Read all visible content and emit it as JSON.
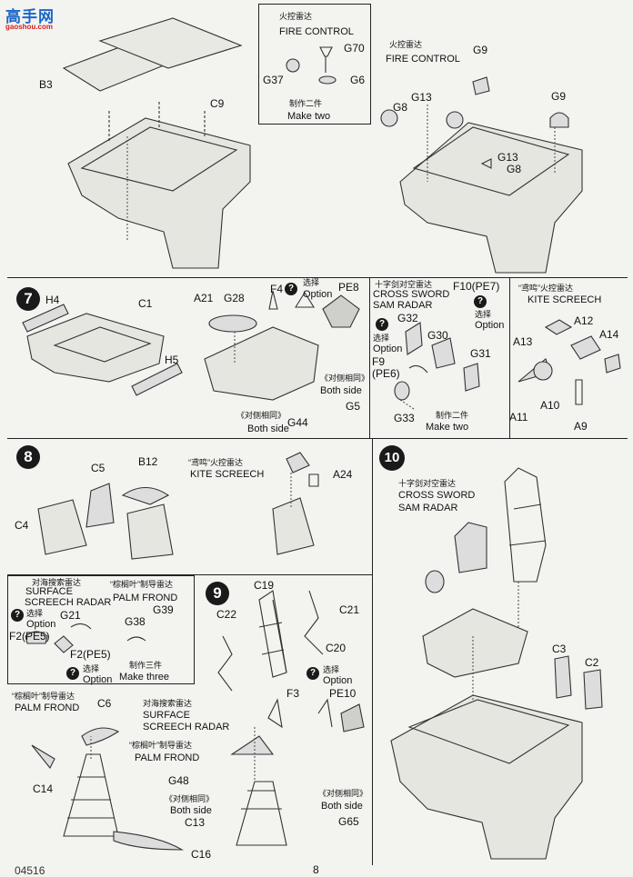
{
  "watermark": {
    "main": "高手网",
    "sub": "gaoshou.com"
  },
  "page_number": "8",
  "model_code": "04516",
  "top_panel": {
    "fire_control": {
      "cn": "火控雷达",
      "en": "FIRE CONTROL"
    },
    "parts_box": {
      "g70": "G70",
      "g37": "G37",
      "g6": "G6",
      "make_cn": "制作二件",
      "make_en": "Make two"
    },
    "left_labels": {
      "b3": "B3",
      "c9": "C9"
    },
    "right_labels": {
      "fc_cn": "火控雷达",
      "fc_en": "FIRE CONTROL",
      "g9a": "G9",
      "g13a": "G13",
      "g8a": "G8",
      "g9b": "G9",
      "g13b": "G13",
      "g8b": "G8"
    }
  },
  "step7": {
    "number": "7",
    "labels": {
      "h4": "H4",
      "c1": "C1",
      "h5": "H5",
      "a21": "A21",
      "g28": "G28",
      "f4": "F4",
      "pe8": "PE8",
      "option_cn": "选择",
      "option_en": "Option",
      "both_cn": "《对侧相同》",
      "both_en": "Both side",
      "g5": "G5",
      "g44": "G44",
      "both2_cn": "《对侧相同》",
      "both2_en": "Both side"
    },
    "cross_sword": {
      "cn": "十字剑对空雷达",
      "en1": "CROSS SWORD",
      "en2": "SAM RADAR",
      "f10": "F10(PE7)",
      "g32": "G32",
      "g30": "G30",
      "g31": "G31",
      "f9": "F9",
      "pe6": "(PE6)",
      "g33": "G33",
      "opt1_cn": "选择",
      "opt1_en": "Option",
      "opt2_cn": "选择",
      "opt2_en": "Option",
      "make_cn": "制作二件",
      "make_en": "Make two"
    },
    "kite": {
      "cn": "“鸢鸣”火控雷达",
      "en": "KITE SCREECH",
      "a12": "A12",
      "a13": "A13",
      "a14": "A14",
      "a10": "A10",
      "a11": "A11",
      "a9": "A9"
    }
  },
  "step8": {
    "number": "8",
    "labels": {
      "c5": "C5",
      "b12": "B12",
      "c4": "C4",
      "kite_cn": "“鸢鸣”火控雷达",
      "kite_en": "KITE SCREECH",
      "a24": "A24"
    },
    "surface": {
      "cn": "对海搜索雷达",
      "en1": "SURFACE",
      "en2": "SCREECH RADAR",
      "palm_cn": "“棕榈叶”制导雷达",
      "palm_en": "PALM FROND",
      "g21": "G21",
      "f2pe5a": "F2(PE5)",
      "f2pe5b": "F2(PE5)",
      "g38": "G38",
      "g39": "G39",
      "opt_cn": "选择",
      "opt_en": "Option",
      "opt2_cn": "选择",
      "opt2_en": "Option",
      "make_cn": "制作三件",
      "make_en": "Make three"
    }
  },
  "step9": {
    "number": "9",
    "labels": {
      "c19": "C19",
      "c22": "C22",
      "c21": "C21",
      "c20": "C20",
      "opt_cn": "选择",
      "opt_en": "Option",
      "f3": "F3",
      "pe10": "PE10",
      "palm_cn": "“棕榈叶”制导雷达",
      "palm_en": "PALM FROND",
      "c6": "C6",
      "c14": "C14",
      "surf_cn": "对海搜索雷达",
      "surf_en1": "SURFACE",
      "surf_en2": "SCREECH RADAR",
      "palm2_cn": "“棕榈叶”制导雷达",
      "palm2_en": "PALM FROND",
      "g48": "G48",
      "both_cn": "《对侧相同》",
      "both_en": "Both side",
      "c13": "C13",
      "both2_cn": "《对侧相同》",
      "both2_en": "Both side",
      "g65": "G65",
      "c16": "C16"
    }
  },
  "step10": {
    "number": "10",
    "labels": {
      "cs_cn": "十字剑对空雷达",
      "cs_en1": "CROSS SWORD",
      "cs_en2": "SAM RADAR",
      "c3": "C3",
      "c2": "C2"
    }
  }
}
